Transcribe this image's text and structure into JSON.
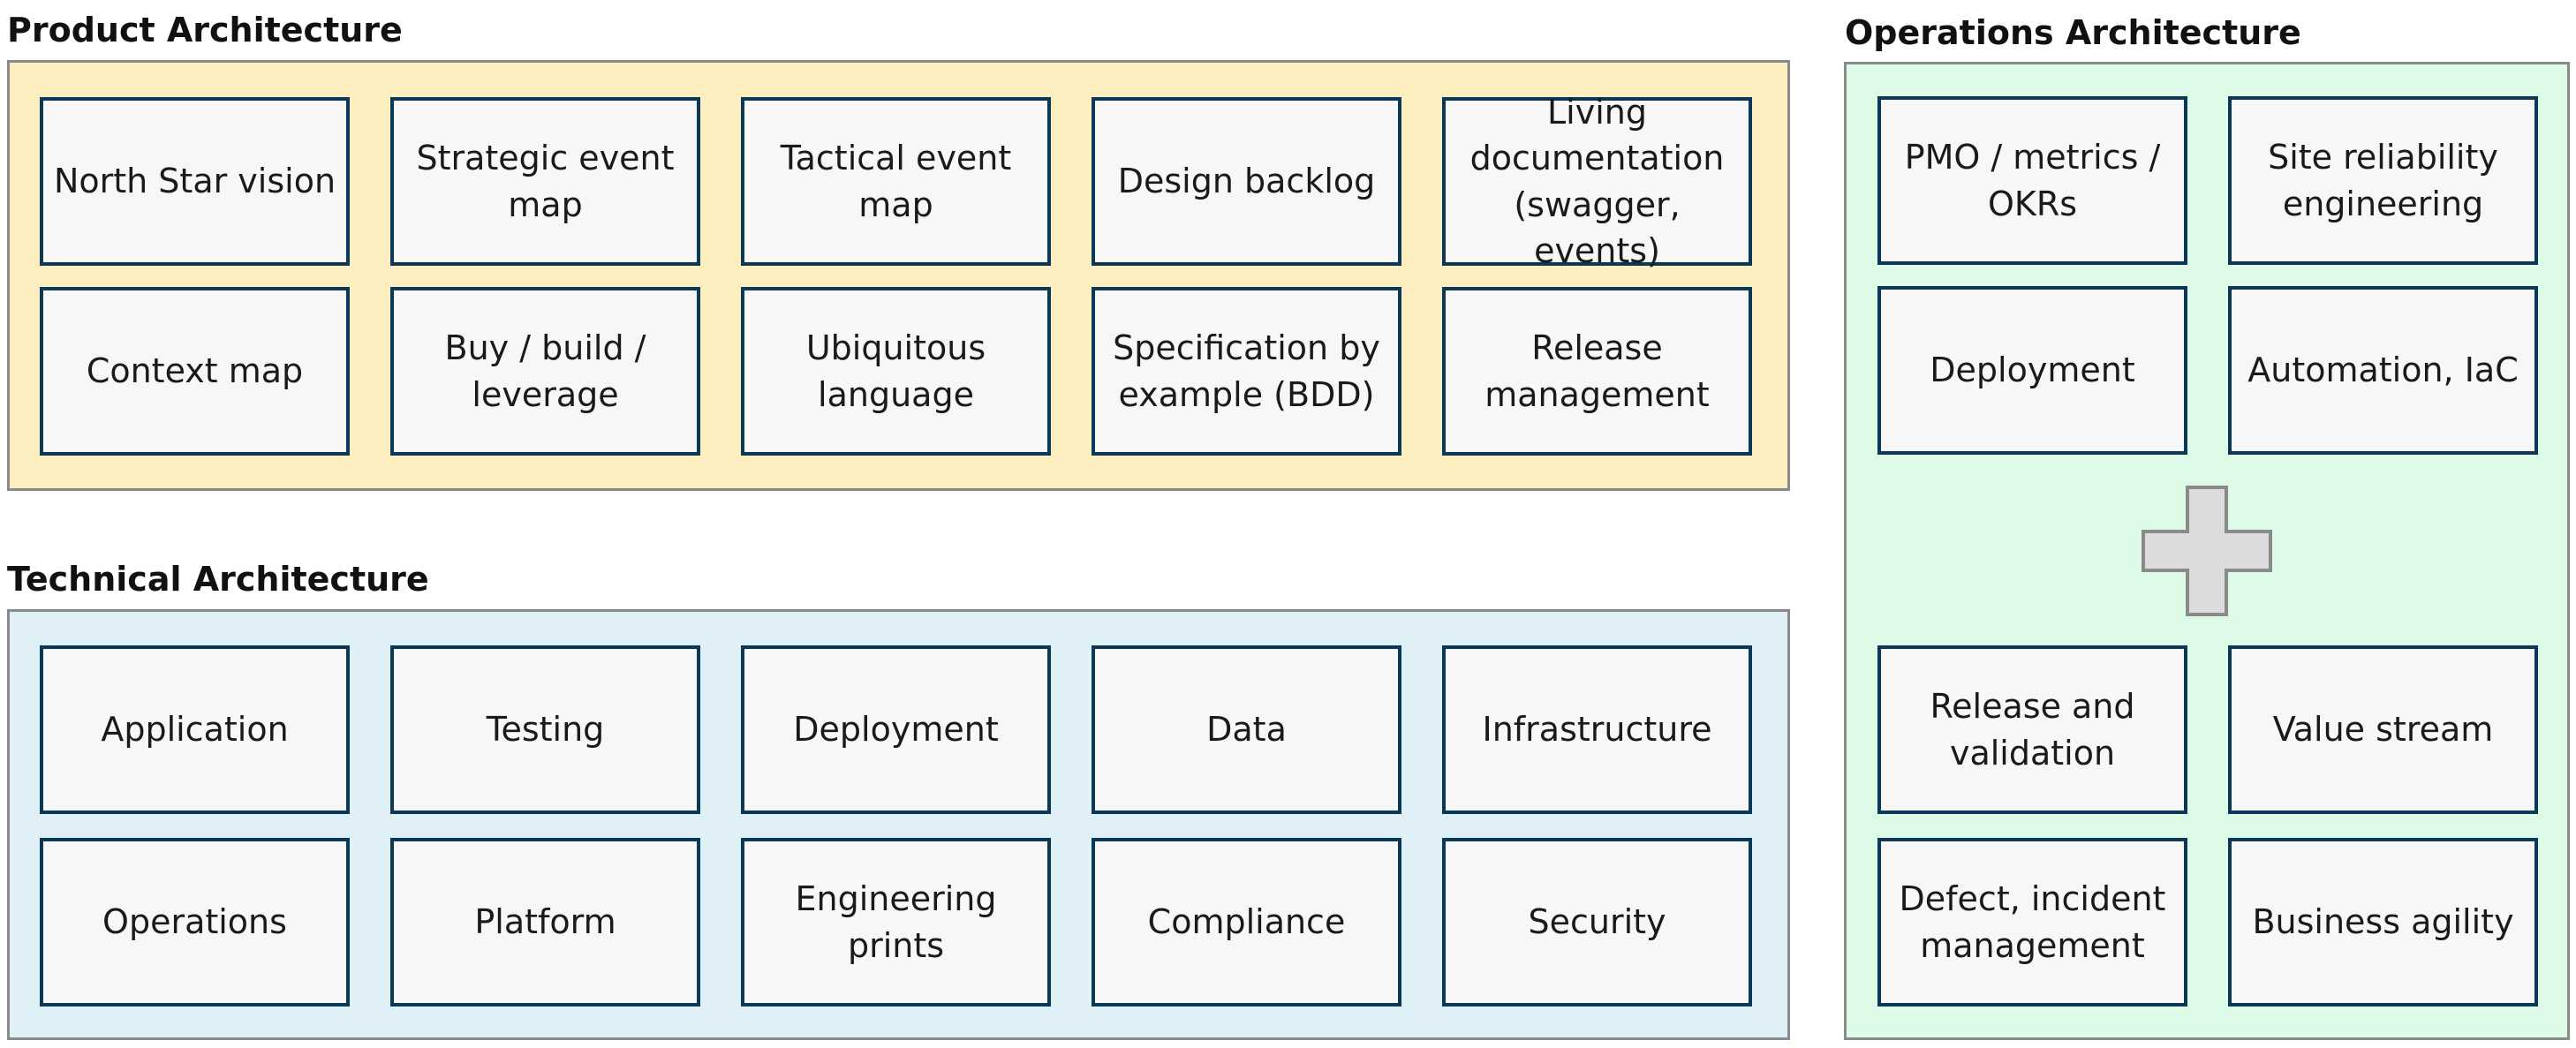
{
  "product": {
    "title": "Product Architecture",
    "cards": [
      "North Star vision",
      "Strategic event map",
      "Tactical event map",
      "Design backlog",
      "Living documentation (swagger, events)",
      "Context map",
      "Buy / build / leverage",
      "Ubiquitous language",
      "Specification by example (BDD)",
      "Release management"
    ]
  },
  "technical": {
    "title": "Technical Architecture",
    "cards": [
      "Application",
      "Testing",
      "Deployment",
      "Data",
      "Infrastructure",
      "Operations",
      "Platform",
      "Engineering prints",
      "Compliance",
      "Security"
    ]
  },
  "operations": {
    "title": "Operations Architecture",
    "cards": [
      "PMO / metrics / OKRs",
      "Site reliability engineering",
      "Deployment",
      "Automation, IaC",
      "Release and validation",
      "Value stream",
      "Defect, incident management",
      "Business agility"
    ],
    "divider_icon": "plus-icon"
  },
  "colors": {
    "product_panel": "#fdeec0",
    "technical_panel": "#dff0f6",
    "operations_panel": "#ddfbe6",
    "card_border": "#0c3858",
    "card_fill": "#f7f7f7",
    "plus_fill": "#dcdcdc",
    "plus_stroke": "#8a8a8a"
  }
}
